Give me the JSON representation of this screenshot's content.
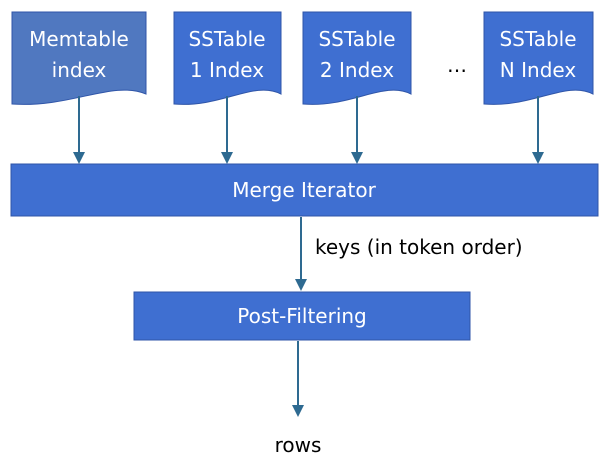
{
  "colors": {
    "doc_blue": "#3f6fd1",
    "memtable_blue": "#5078c0",
    "box_blue": "#3f6fd1",
    "box_border": "#2f55a8",
    "arrow": "#2e6a91",
    "text_white": "#ffffff",
    "text_black": "#000000"
  },
  "indexes": [
    {
      "line1": "Memtable",
      "line2": "index"
    },
    {
      "line1": "SSTable",
      "line2": "1 Index"
    },
    {
      "line1": "SSTable",
      "line2": "2 Index"
    },
    {
      "line1": "SSTable",
      "line2": "N Index"
    }
  ],
  "ellipsis": "…",
  "merge_iterator": "Merge Iterator",
  "keys_label": "keys (in token order)",
  "post_filtering": "Post-Filtering",
  "output_label": "rows"
}
